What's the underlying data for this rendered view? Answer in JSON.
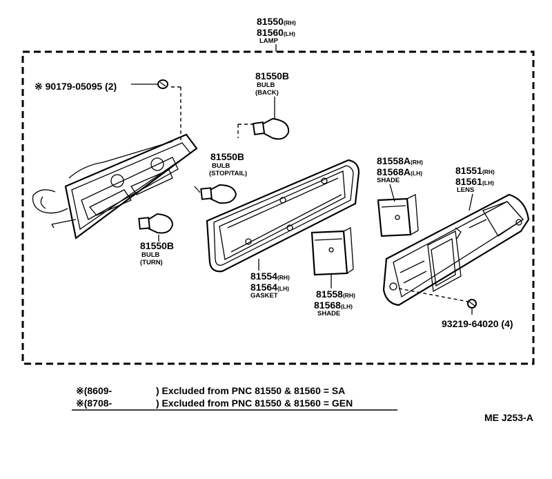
{
  "lamp": {
    "pn_rh": "81550",
    "sfx_rh": "(RH)",
    "pn_lh": "81560",
    "sfx_lh": "(LH)",
    "name": "LAMP"
  },
  "screw": {
    "mark": "※",
    "pn": "90179-05095",
    "qty": "(2)"
  },
  "bulb_back": {
    "pn": "81550B",
    "name": "BULB",
    "sub": "(BACK)"
  },
  "bulb_stop": {
    "pn": "81550B",
    "name": "BULB",
    "sub": "(STOP/TAIL)"
  },
  "bulb_turn": {
    "pn": "81550B",
    "name": "BULB",
    "sub": "(TURN)"
  },
  "gasket": {
    "pn_rh": "81554",
    "sfx_rh": "(RH)",
    "pn_lh": "81564",
    "sfx_lh": "(LH)",
    "name": "GASKET"
  },
  "shade_a": {
    "pn_rh": "81558A",
    "sfx_rh": "(RH)",
    "pn_lh": "81568A",
    "sfx_lh": "(LH)",
    "name": "SHADE"
  },
  "shade": {
    "pn_rh": "81558",
    "sfx_rh": "(RH)",
    "pn_lh": "81568",
    "sfx_lh": "(LH)",
    "name": "SHADE"
  },
  "lens": {
    "pn_rh": "81551",
    "sfx_rh": "(RH)",
    "pn_lh": "81561",
    "sfx_lh": "(LH)",
    "name": "LENS"
  },
  "lens_screw": {
    "pn": "93219-64020",
    "qty": "(4)"
  },
  "notes": [
    {
      "mark": "※",
      "code": "(8609-",
      "text": ") Excluded from PNC 81550 & 81560 = SA"
    },
    {
      "mark": "※",
      "code": "(8708-",
      "text": ") Excluded from PNC 81550 & 81560 = GEN"
    }
  ],
  "figure_code": "ME J253-A"
}
